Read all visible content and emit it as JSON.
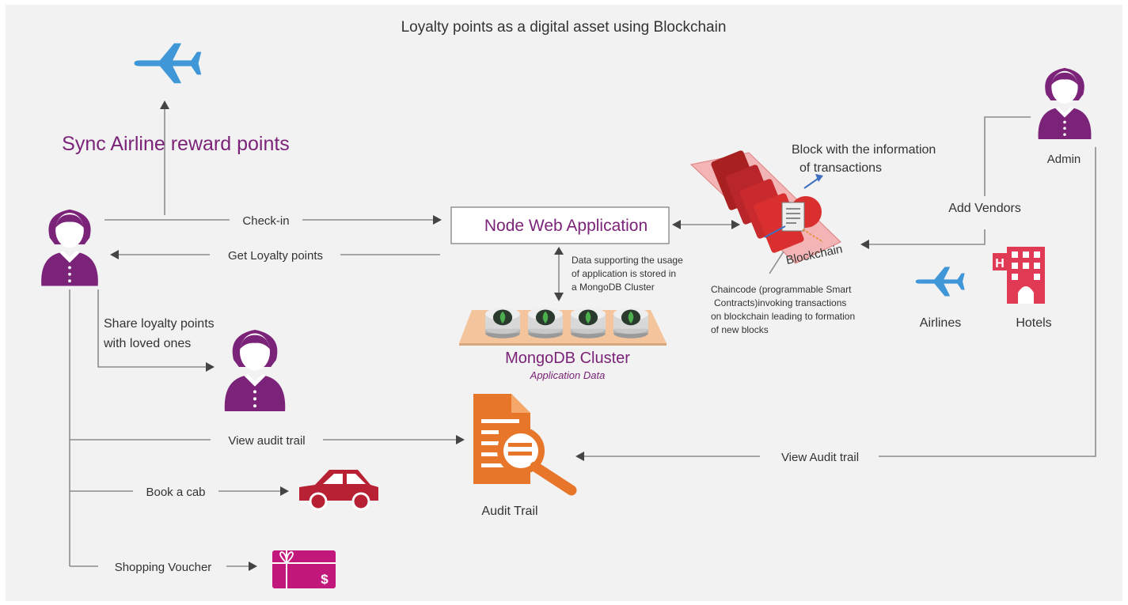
{
  "title": "Loyalty points as a digital asset using Blockchain",
  "colors": {
    "background": "#f2f2f2",
    "purple": "#7b2378",
    "airline_blue": "#3f97d8",
    "hotel_red": "#e03a55",
    "audit_orange": "#e8762a",
    "car_red": "#b82034",
    "voucher_magenta": "#c2187b",
    "block_red": "#d9302f"
  },
  "nodes": {
    "sync_airline": "Sync Airline reward points",
    "node_web_app": "Node Web Application",
    "mongodb_cluster": "MongoDB Cluster",
    "mongodb_subtitle": "Application Data",
    "blockchain": "Blockchain",
    "admin": "Admin",
    "airlines": "Airlines",
    "hotels": "Hotels",
    "audit_trail": "Audit Trail"
  },
  "edges": {
    "check_in": "Check-in",
    "get_loyalty": "Get Loyalty points",
    "share_line1": "Share loyalty points",
    "share_line2": "with loved ones",
    "view_audit_user": "View audit trail",
    "book_cab": "Book a cab",
    "shopping_voucher": "Shopping Voucher",
    "add_vendors": "Add Vendors",
    "view_audit_admin": "View Audit trail"
  },
  "notes": {
    "data_line1": "Data supporting the usage",
    "data_line2": "of application is stored in",
    "data_line3": "a MongoDB Cluster",
    "block_line1": "Block with the information",
    "block_line2": "of transactions",
    "chaincode_line1": "Chaincode (programmable Smart",
    "chaincode_line2": "Contracts)invoking transactions",
    "chaincode_line3": "on blockchain leading to formation",
    "chaincode_line4": "of new blocks"
  },
  "icons": {
    "user": "person-icon",
    "admin": "person-icon",
    "loved_one": "person-icon",
    "airplane": "airplane-icon",
    "hotel": "hotel-building-icon",
    "audit": "document-magnifier-icon",
    "car": "car-icon",
    "voucher": "gift-card-icon",
    "mongodb_disk": "database-disk-icon"
  }
}
